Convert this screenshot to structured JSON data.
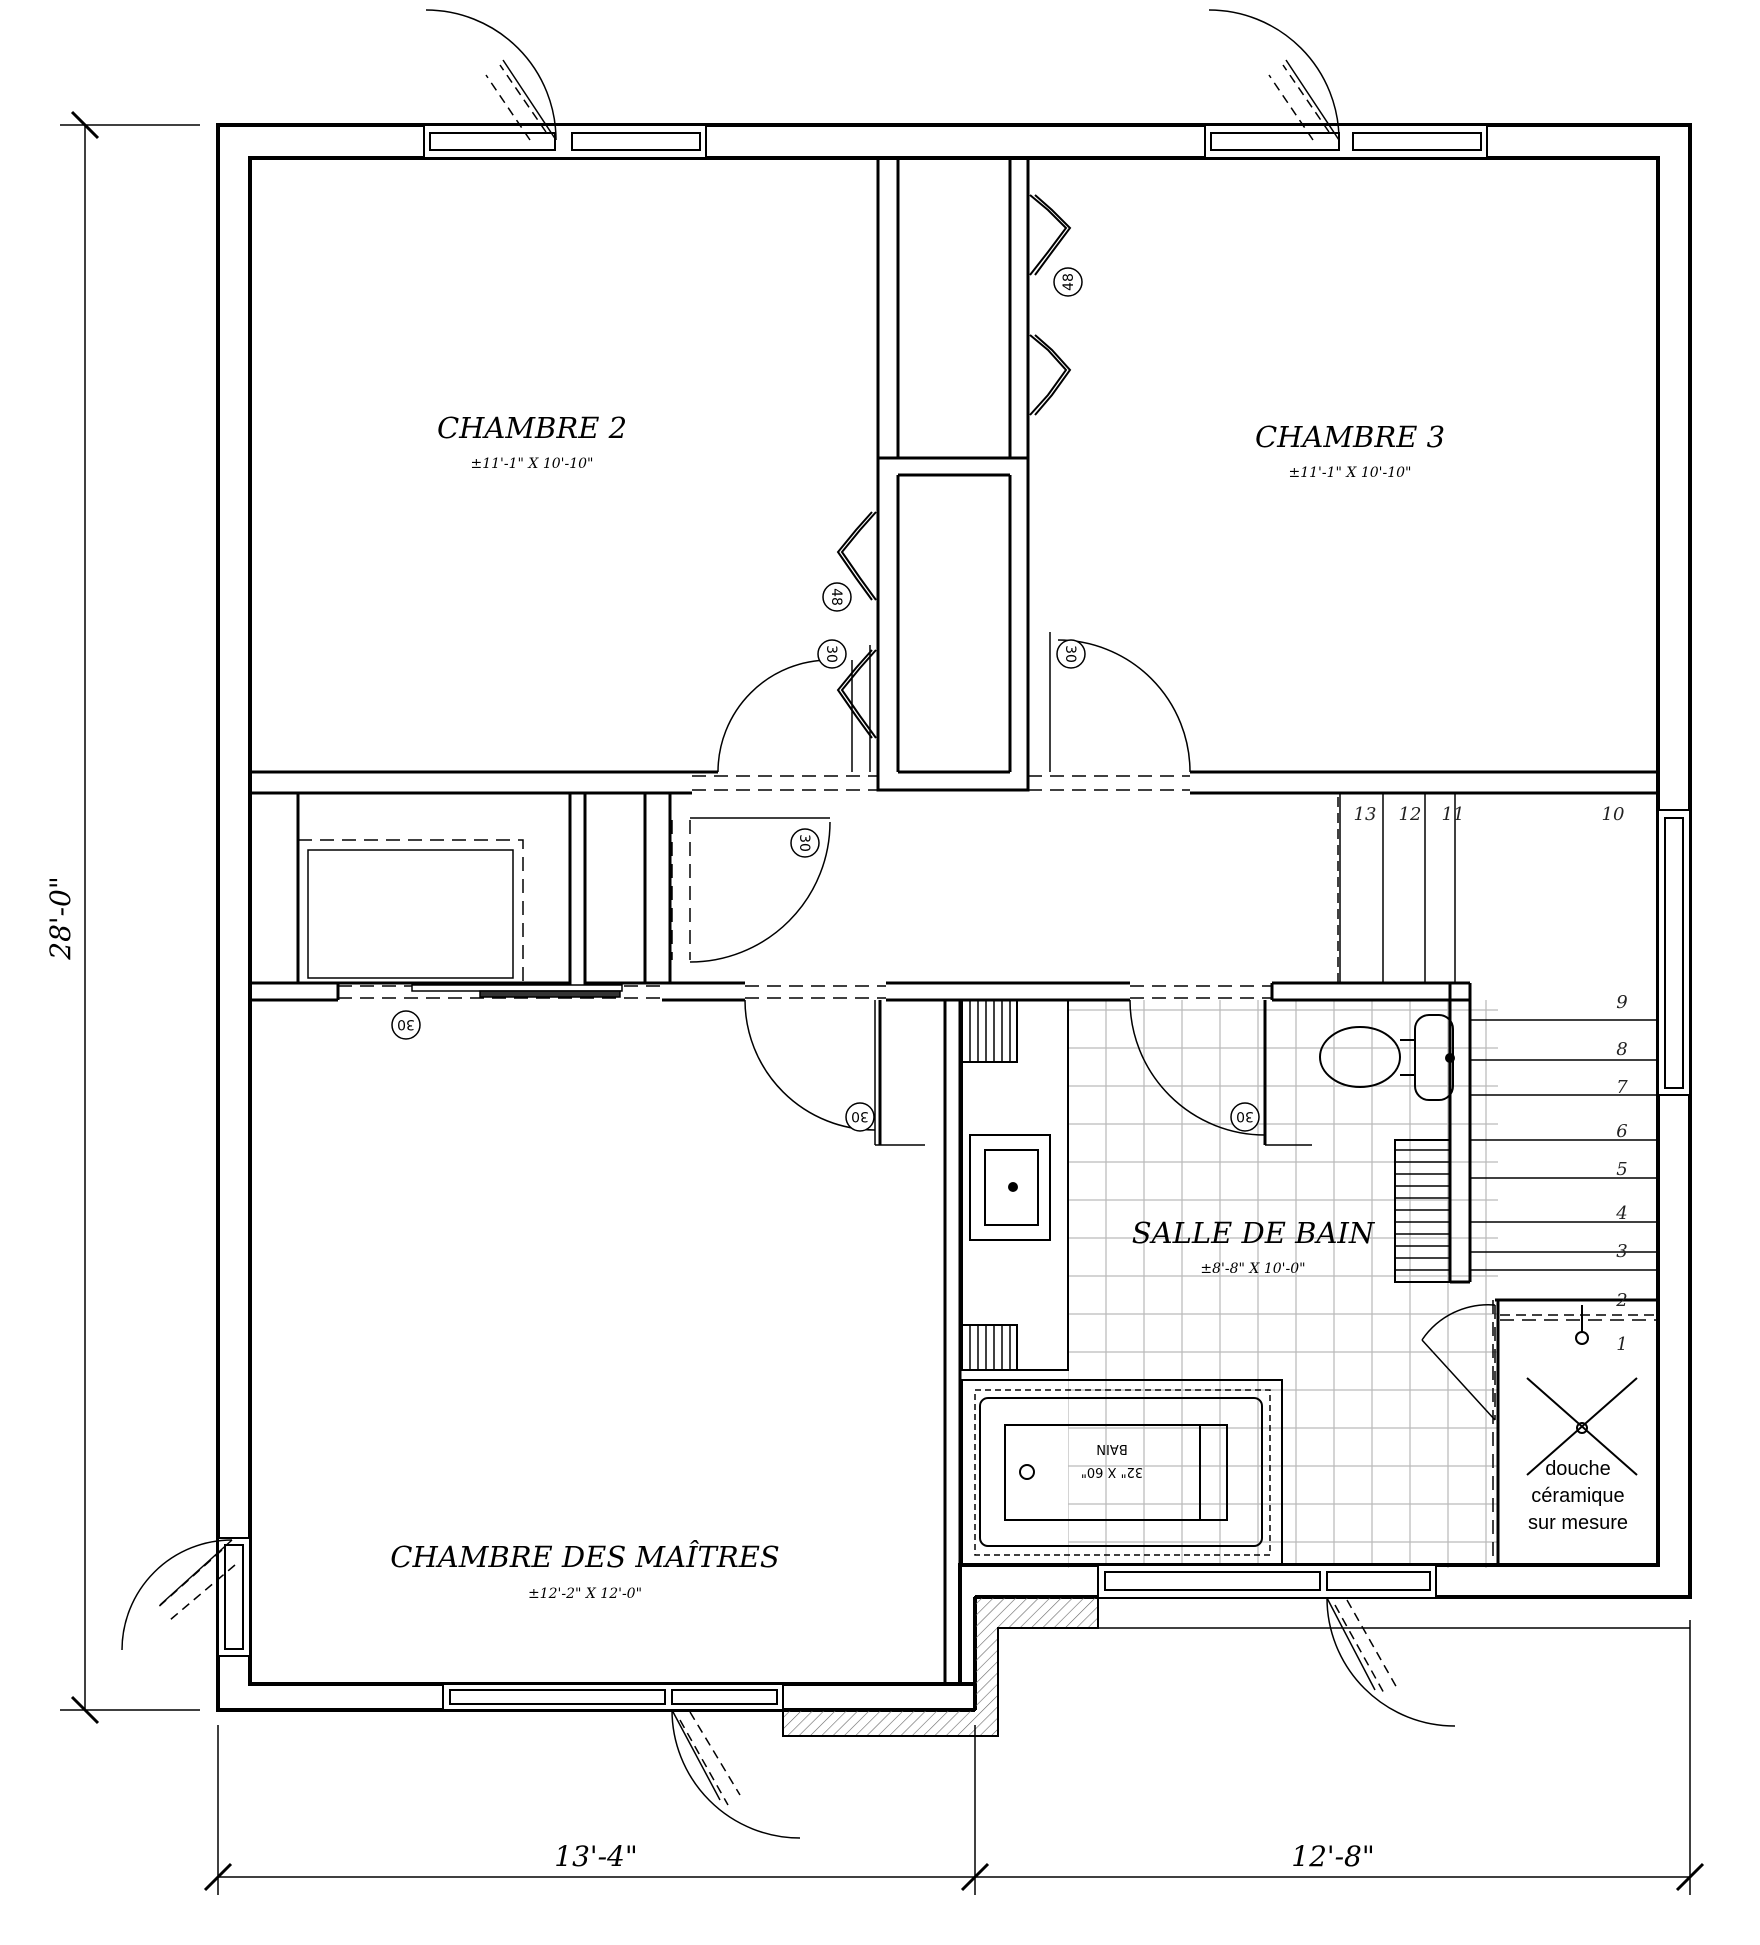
{
  "rooms": {
    "chambre2": {
      "name": "CHAMBRE 2",
      "dims": "±11'-1\" X 10'-10\""
    },
    "chambre3": {
      "name": "CHAMBRE 3",
      "dims": "±11'-1\" X 10'-10\""
    },
    "salle_de_bain": {
      "name": "SALLE DE BAIN",
      "dims": "±8'-8\" X 10'-0\""
    },
    "chambre_maitres": {
      "name": "CHAMBRE DES MAÎTRES",
      "dims": "±12'-2\" X 12'-0\""
    }
  },
  "dimensions": {
    "height": "28'-0\"",
    "width_left": "13'-4\"",
    "width_right": "12'-8\""
  },
  "door_tags": {
    "closet_right": "48",
    "closet_left": "48",
    "door_ch2": "30",
    "door_ch3": "30",
    "door_closet": "30",
    "door_linen": "30",
    "door_master": "30",
    "door_bath": "30"
  },
  "stairs": {
    "steps": [
      "13",
      "12",
      "11",
      "10",
      "9",
      "8",
      "7",
      "6",
      "5",
      "4",
      "3",
      "2",
      "1"
    ]
  },
  "fixtures": {
    "tub_label": "BAIN",
    "tub_size": "32\" X 60\"",
    "shower_note": [
      "douche",
      "céramique",
      "sur mesure"
    ]
  }
}
